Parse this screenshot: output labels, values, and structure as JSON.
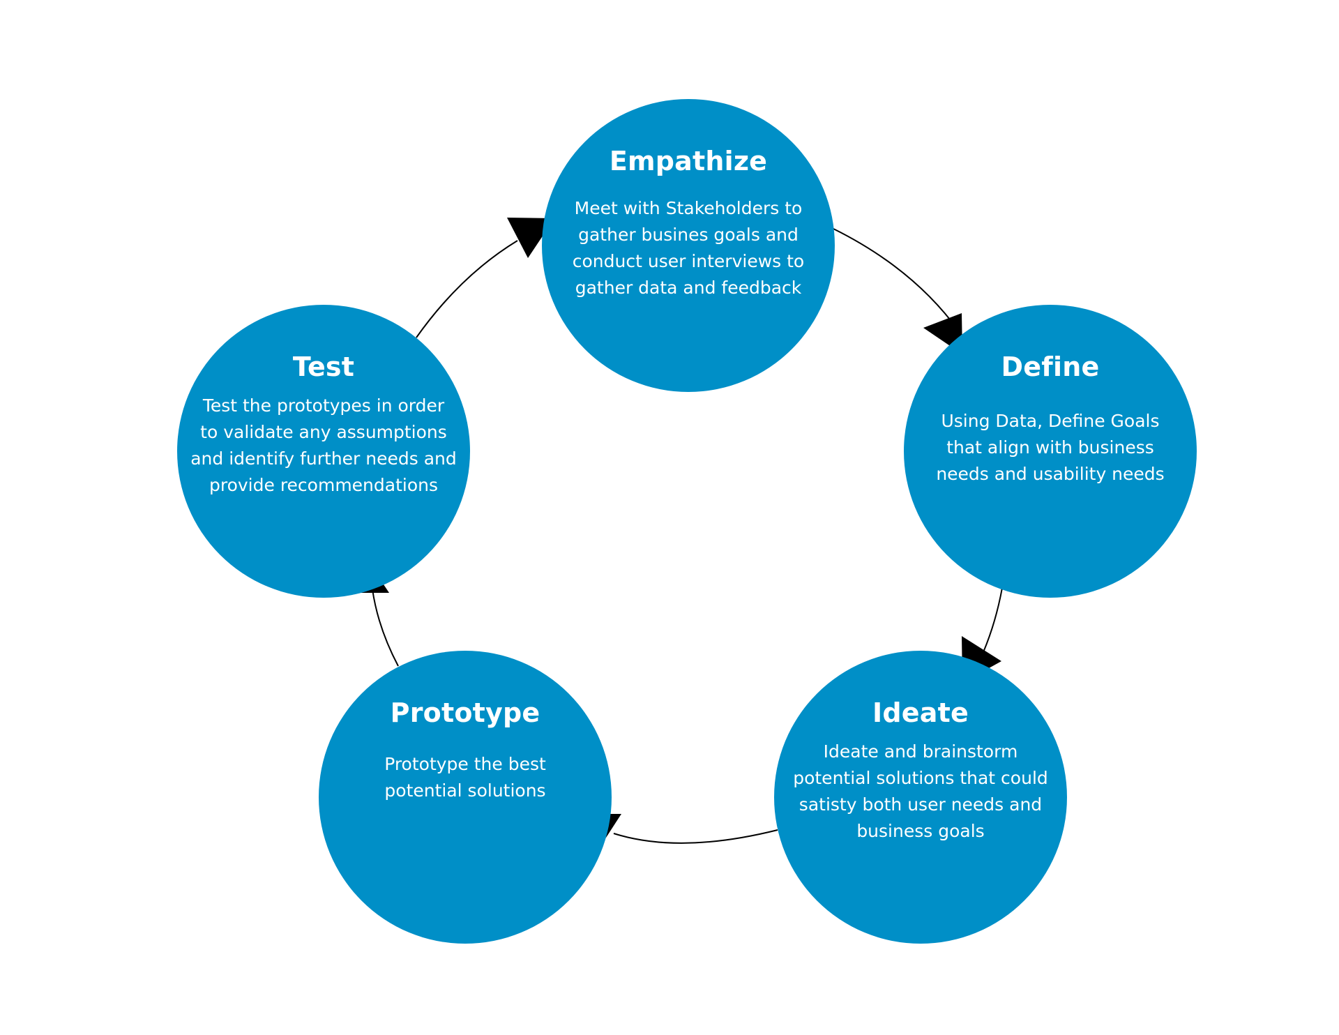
{
  "colors": {
    "circle_fill": "#008fc7",
    "text": "#ffffff",
    "connector": "#000000",
    "background": "#ffffff"
  },
  "stages": [
    {
      "id": "empathize",
      "title": "Empathize",
      "description": "Meet with Stakeholders to\ngather busines goals and\nconduct user interviews to\ngather data and feedback"
    },
    {
      "id": "define",
      "title": "Define",
      "description": "Using Data, Define Goals\nthat align with business\nneeds and usability needs"
    },
    {
      "id": "ideate",
      "title": "Ideate",
      "description": "Ideate and brainstorm\npotential solutions that could\nsatisty both user needs and\nbusiness goals"
    },
    {
      "id": "prototype",
      "title": "Prototype",
      "description": "Prototype the best\npotential solutions"
    },
    {
      "id": "test",
      "title": "Test",
      "description": "Test the prototypes in order\nto validate any assumptions\nand identify further needs and\nprovide recommendations"
    }
  ],
  "connectors": [
    {
      "from": "empathize",
      "to": "define"
    },
    {
      "from": "define",
      "to": "ideate"
    },
    {
      "from": "ideate",
      "to": "prototype"
    },
    {
      "from": "prototype",
      "to": "test"
    },
    {
      "from": "test",
      "to": "empathize"
    }
  ]
}
